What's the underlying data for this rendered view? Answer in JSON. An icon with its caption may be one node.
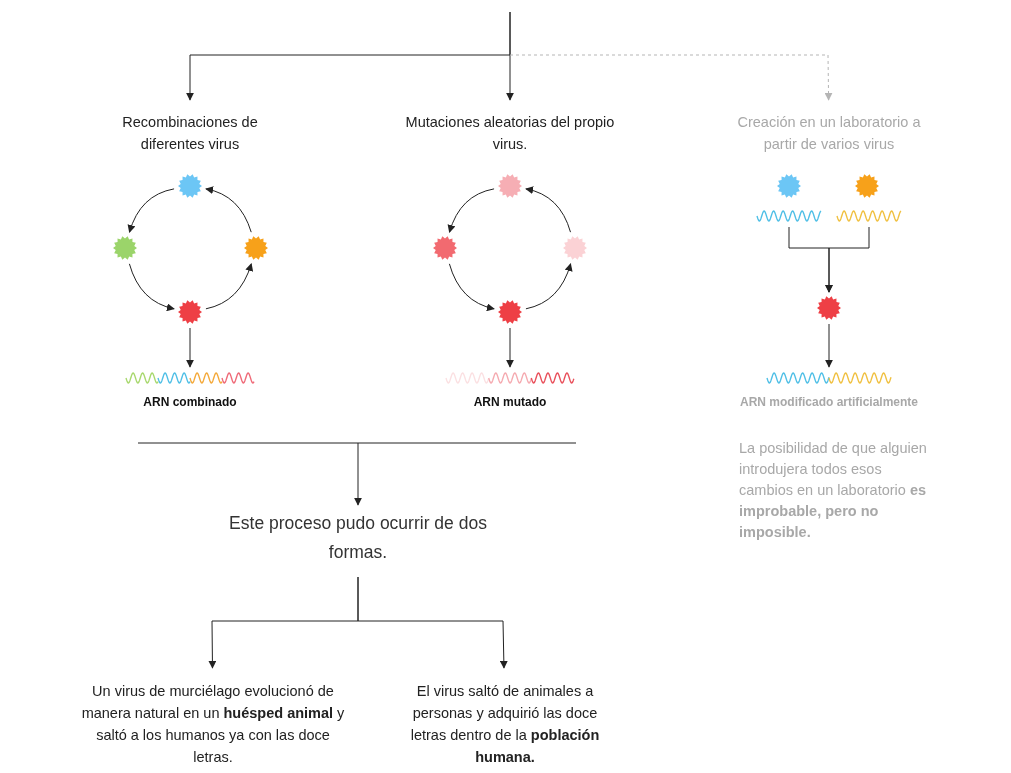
{
  "diagram": {
    "nodes": [
      {
        "text": [
          "Recombinaciones de diferentes virus"
        ]
      },
      {
        "text": [
          "Mutaciones aleatorias del propio virus."
        ]
      },
      {
        "text": [
          "Creación en un laboratorio a partir de varios virus"
        ]
      },
      {
        "text": [],
        "shape": "virus"
      },
      {
        "text": [],
        "shape": "virus"
      },
      {
        "text": [],
        "shape": "virus"
      },
      {
        "text": [],
        "shape": "virus"
      },
      {
        "text": [],
        "shape": "wave",
        "beside": [
          "ARN combinado"
        ]
      },
      {
        "text": [],
        "shape": "virus"
      },
      {
        "text": [],
        "shape": "virus"
      },
      {
        "text": [],
        "shape": "virus"
      },
      {
        "text": [],
        "shape": "virus"
      },
      {
        "text": [],
        "shape": "wave",
        "beside": [
          "ARN mutado"
        ]
      },
      {
        "text": [],
        "shape": "virus"
      },
      {
        "text": [],
        "shape": "virus"
      },
      {
        "text": [],
        "shape": "wave"
      },
      {
        "text": [],
        "shape": "wave"
      },
      {
        "text": [],
        "shape": "virus"
      },
      {
        "text": [],
        "shape": "wave",
        "beside": [
          "ARN modificado artificialmente"
        ]
      },
      {
        "text": [
          "Este proceso pudo ocurrir de dos formas."
        ]
      },
      {
        "text": [
          "Un virus de murciélago evolucionó de manera natural en un **huésped animal** y saltó a los humanos ya con las doce letras."
        ]
      },
      {
        "text": [
          "El virus saltó de animales a personas y adquirió las doce letras dentro de la **población humana.**"
        ]
      }
    ],
    "edges": [
      {
        "from": null,
        "to": 0,
        "arrow": "to"
      },
      {
        "from": null,
        "to": 1,
        "arrow": "to"
      },
      {
        "from": null,
        "to": 2,
        "arrow": "to",
        "style": "dashed",
        "color": "#b5b5b5"
      },
      {
        "from": 3,
        "to": 4,
        "arrow": "to"
      },
      {
        "from": 4,
        "to": 6,
        "arrow": "to"
      },
      {
        "from": 6,
        "to": 5,
        "arrow": "to"
      },
      {
        "from": 5,
        "to": 3,
        "arrow": "to"
      },
      {
        "from": 6,
        "to": 7,
        "arrow": "to"
      },
      {
        "from": 8,
        "to": 9,
        "arrow": "to"
      },
      {
        "from": 9,
        "to": 11,
        "arrow": "to"
      },
      {
        "from": 11,
        "to": 10,
        "arrow": "to"
      },
      {
        "from": 10,
        "to": 8,
        "arrow": "to"
      },
      {
        "from": 11,
        "to": 12,
        "arrow": "to"
      },
      {
        "from": 15,
        "to": 17,
        "arrow": "to"
      },
      {
        "from": 16,
        "to": 17,
        "arrow": "to"
      },
      {
        "from": 17,
        "to": 18,
        "arrow": "to"
      },
      {
        "from": null,
        "to": 19,
        "arrow": "to"
      },
      {
        "from": 19,
        "to": 20,
        "arrow": "to"
      },
      {
        "from": 19,
        "to": 21,
        "arrow": "to"
      }
    ],
    "labels": [
      "La posibilidad de que alguien introdujera todos esos cambios en un laboratorio **es improbable, pero no imposible.**"
    ]
  }
}
